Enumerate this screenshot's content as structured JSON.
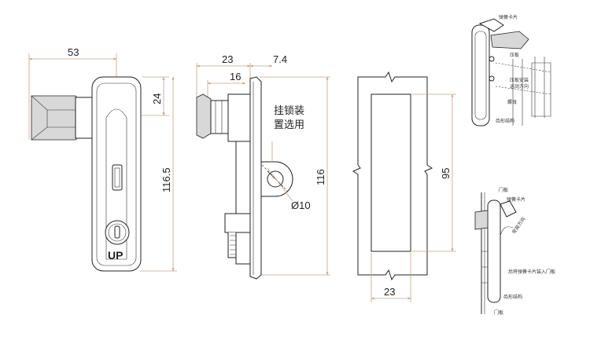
{
  "front_view": {
    "dim_width": "53",
    "dim_top": "24",
    "dim_height": "116.5",
    "brand_mark": "UP"
  },
  "side_view": {
    "dim_depth": "23",
    "dim_flange": "7.4",
    "dim_handle": "16",
    "dim_height": "116",
    "dim_hole": "Ø10",
    "note_line1": "挂锁装",
    "note_line2": "置选用"
  },
  "cutout_view": {
    "dim_height": "95",
    "dim_width": "23"
  },
  "install_top": {
    "label_spring_clip": "弹簧卡片",
    "label_plate": "压板",
    "label_plate_move_1": "压板安装",
    "label_plate_move_2": "运动方向",
    "label_nut": "螺母",
    "label_gear": "齿形结构"
  },
  "install_bottom": {
    "label_door": "门板",
    "label_spring_clip": "弹簧卡片",
    "label_install_dir": "安装方向",
    "label_mount_note": "后将弹簧卡片装入门板",
    "label_gear": "齿形结构",
    "label_door_bottom": "门板"
  },
  "colors": {
    "dimension": "#c8a488",
    "outline": "#222222"
  }
}
